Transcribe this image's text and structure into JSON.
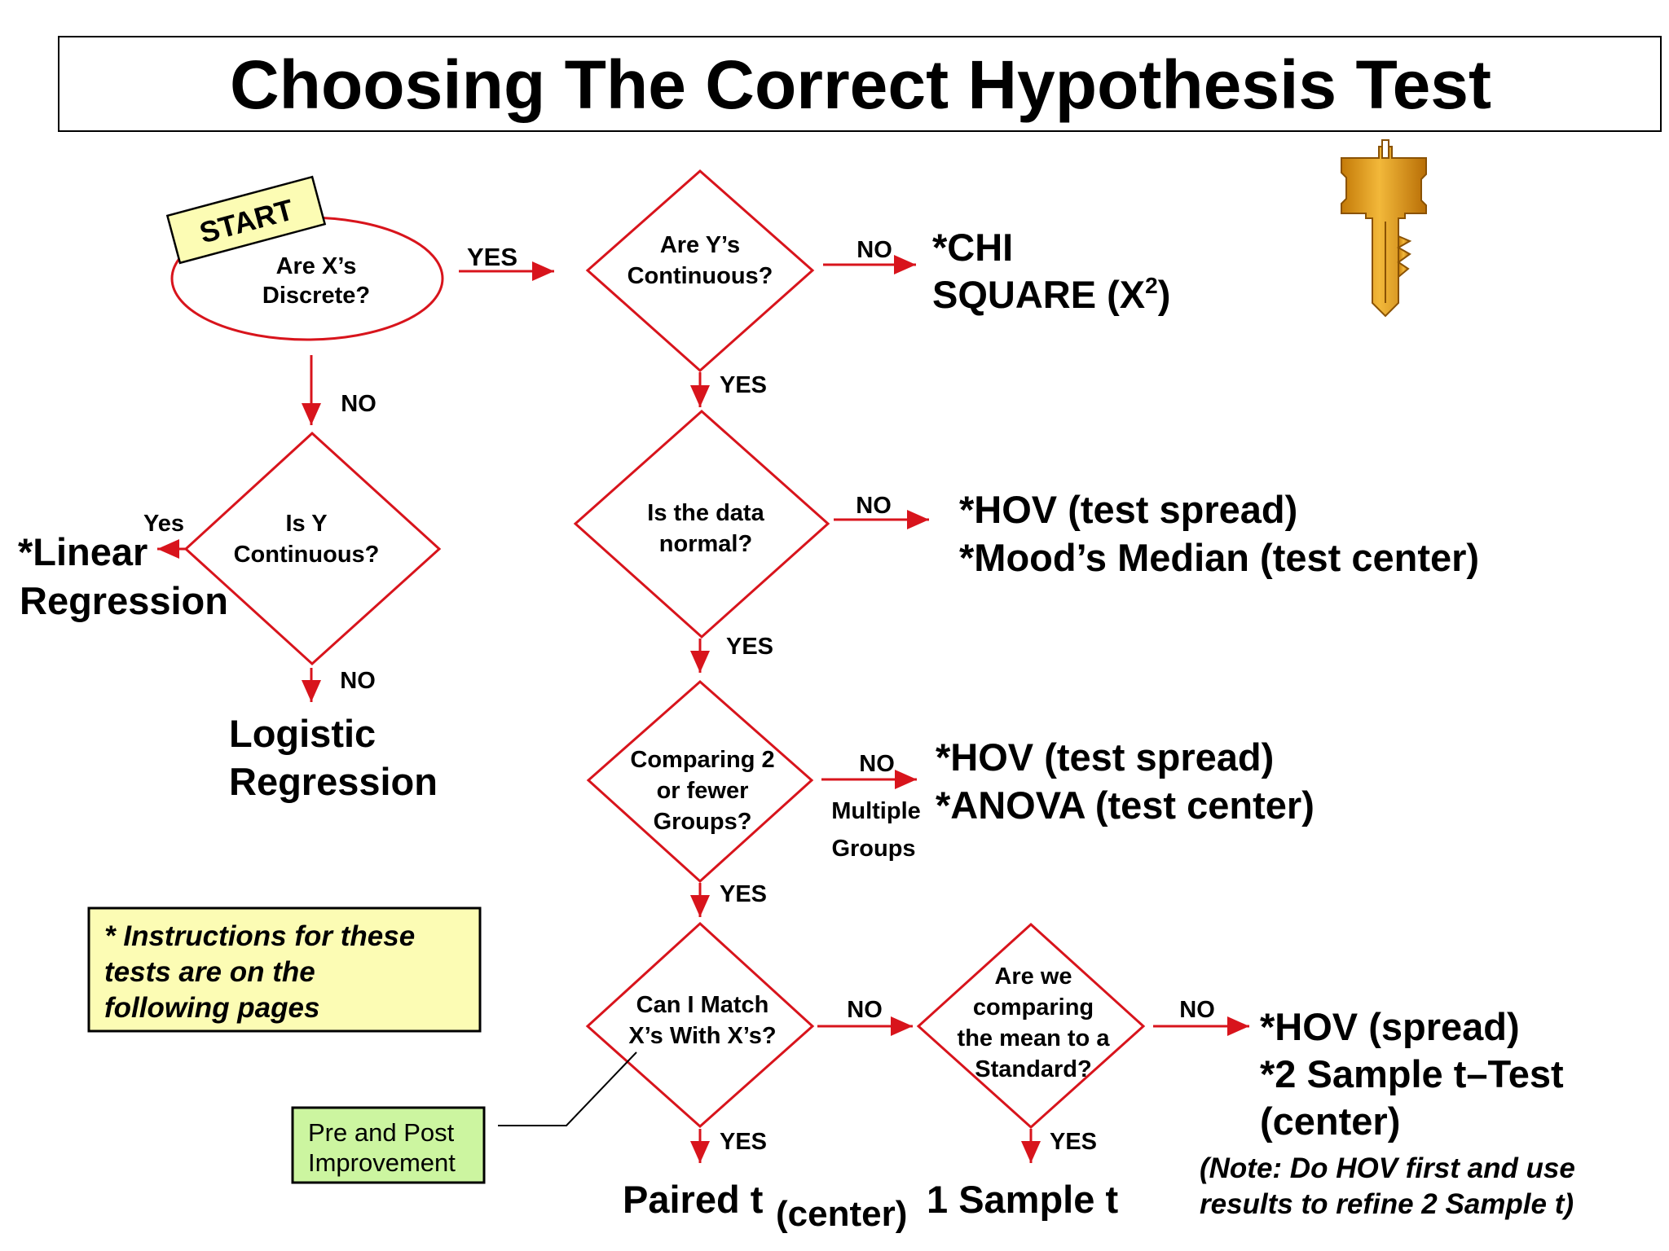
{
  "title": "Choosing The Correct Hypothesis Test",
  "start_label": "START",
  "nodes": {
    "x_discrete": [
      "Are X’s",
      "Discrete?"
    ],
    "y_continuous_top": [
      "Are Y’s",
      "Continuous?"
    ],
    "y_continuous_left": [
      "Is Y",
      "Continuous?"
    ],
    "data_normal": [
      "Is the data",
      "normal?"
    ],
    "two_groups": [
      "Comparing  2",
      "or fewer",
      "Groups?"
    ],
    "match_x": [
      "Can I Match",
      "X’s With X’s?"
    ],
    "standard": [
      "Are we",
      "comparing",
      "the mean to a",
      "Standard?"
    ]
  },
  "edge_labels": {
    "yes_x_discrete": "YES",
    "no_x_discrete": "NO",
    "yes_linear": "Yes",
    "no_logistic": "NO",
    "no_chi": "NO",
    "yes_normal": "YES",
    "no_normal": "NO",
    "yes_groups": "YES",
    "no_groups": "NO",
    "multiple_groups": [
      "Multiple",
      "Groups"
    ],
    "yes_match": "YES",
    "no_match": "NO",
    "no_standard": "NO",
    "yes_paired": "YES",
    "yes_one_sample": "YES"
  },
  "results": {
    "chi_square": [
      "*CHI",
      "SQUARE (X",
      "2",
      ")"
    ],
    "linear": [
      "*Linear",
      "Regression"
    ],
    "logistic": [
      "Logistic",
      "Regression"
    ],
    "hov_mood": [
      "*HOV (test spread)",
      "*Mood’s Median (test center)"
    ],
    "hov_anova": [
      "*HOV (test spread)",
      "*ANOVA (test center)"
    ],
    "hov_two_sample": [
      "*HOV (spread)",
      "*2 Sample t–Test",
      "(center)"
    ],
    "note": [
      "(Note: Do HOV first and use",
      "results to refine 2 Sample t)"
    ],
    "paired_t": "Paired t",
    "center": "(center)",
    "one_sample_t": "1 Sample t"
  },
  "instructions": [
    "* Instructions for these",
    "tests are on the",
    "following pages"
  ],
  "callout": [
    "Pre and Post",
    "Improvement"
  ],
  "colors": {
    "flow": "#d8141c",
    "instructions_bg": "#fcfcb4",
    "callout_bg": "#ccf5a0",
    "key": "#e8a21e"
  },
  "icons": [
    "key-icon"
  ]
}
